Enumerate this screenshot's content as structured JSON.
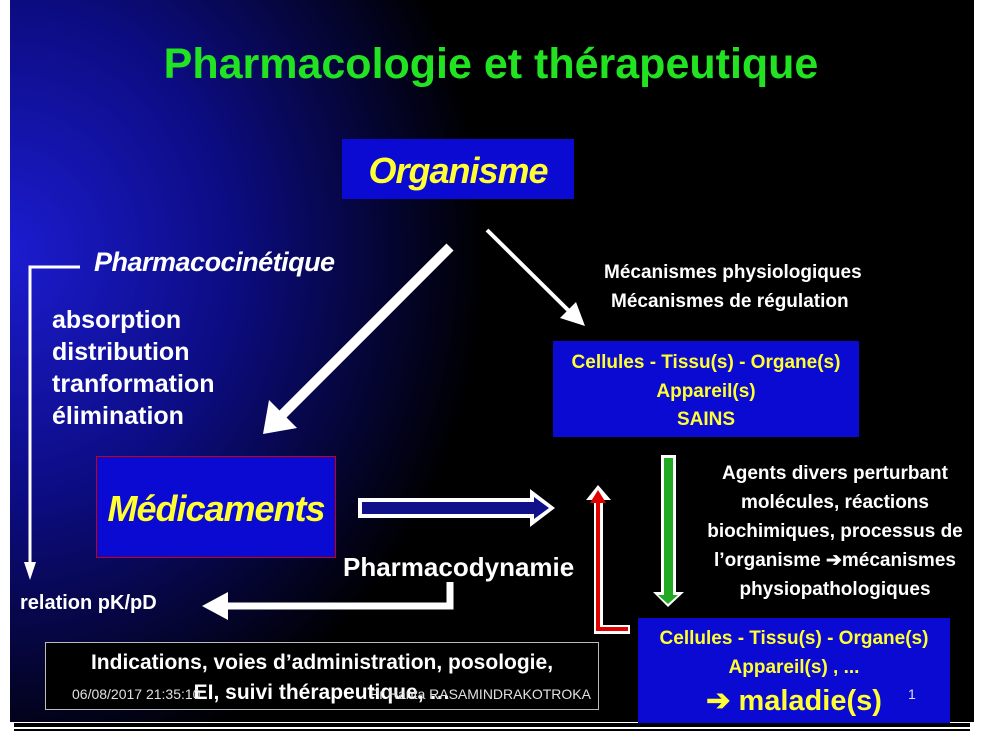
{
  "title": "Pharmacologie et thérapeutique",
  "organisme": "Organisme",
  "pharmacocinetique": {
    "label": "Pharmacocinétique",
    "items": [
      "absorption",
      "distribution",
      "tranformation",
      "élimination"
    ]
  },
  "mecanismes": [
    "Mécanismes physiologiques",
    "Mécanismes de régulation"
  ],
  "cellules_sains": {
    "line1": "Cellules   - Tissu(s) - Organe(s)",
    "line2": "Appareil(s)",
    "line3": "SAINS"
  },
  "medicaments": "Médicaments",
  "pharmacodynamie": "Pharmacodynamie",
  "agents": "Agents divers perturbant molécules, réactions biochimiques, processus de l’organisme ➔mécanismes physiopathologiques",
  "relation": "relation pK/pD",
  "indications": {
    "line1": "Indications, voies d’administration, posologie,",
    "line2": "EI, suivi thérapeutique, …"
  },
  "cellules_maladie": {
    "line1": "Cellules   - Tissu(s) - Organe(s)",
    "line2": "Appareil(s) , ...",
    "line3": "➔ maladie(s)"
  },
  "footer": {
    "date": "06/08/2017 21:35:10",
    "author": "Pr Hanta RASAMINDRAKOTROKA",
    "page": "1"
  },
  "colors": {
    "title": "#22e322",
    "highlight": "#ffff33",
    "box": "#0a0ad2",
    "arrow_red": "#e00000",
    "arrow_green": "#22aa22"
  }
}
